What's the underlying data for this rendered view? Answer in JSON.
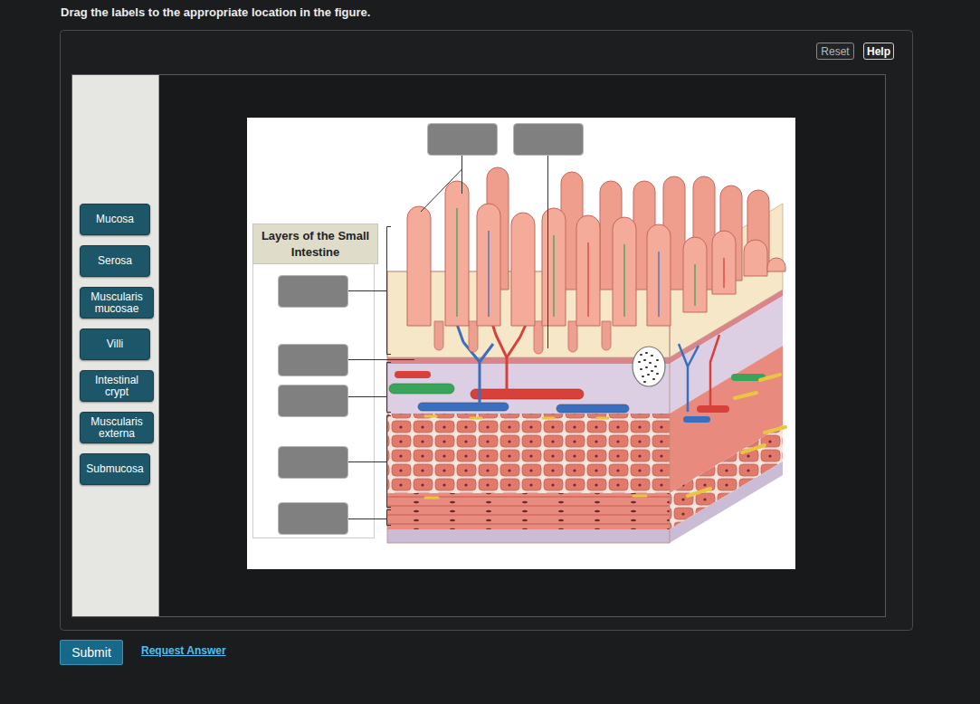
{
  "diagram": {
    "title": "Drag the labels to the appropriate location in the figure.",
    "nodes": [
      {
        "text": [
          "Reset"
        ]
      },
      {
        "text": [
          "Help"
        ]
      },
      {
        "text": [
          "Mucosa"
        ]
      },
      {
        "text": [
          "Serosa"
        ]
      },
      {
        "text": [
          "Muscularis mucosae"
        ]
      },
      {
        "text": [
          "Villi"
        ]
      },
      {
        "text": [
          "Intestinal crypt"
        ]
      },
      {
        "text": [
          "Muscularis externa"
        ]
      },
      {
        "text": [
          "Submucosa"
        ]
      },
      {
        "text": [
          "Layers of the Small Intestine"
        ]
      },
      {
        "text": [
          "Submit"
        ]
      }
    ],
    "labels": [
      "Request Answer"
    ]
  }
}
